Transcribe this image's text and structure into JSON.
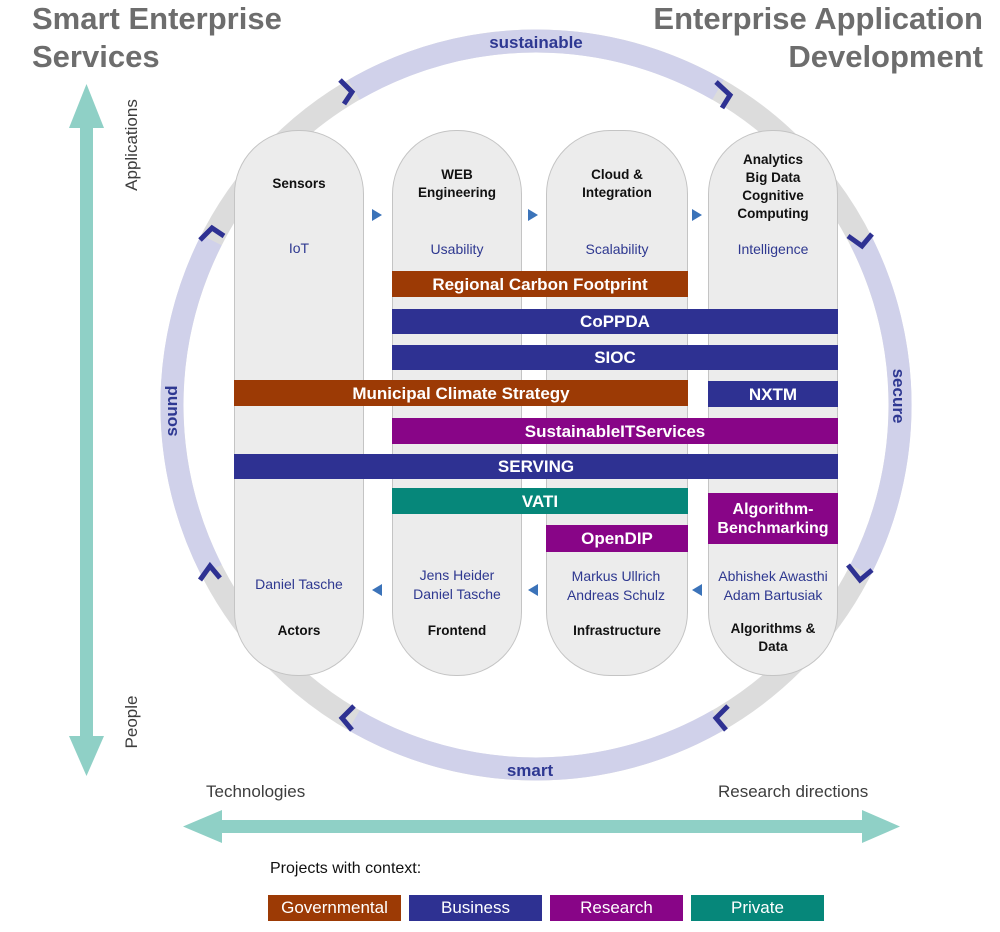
{
  "titles": {
    "left": "Smart Enterprise Services",
    "right": "Enterprise Application Development"
  },
  "vertical_axis": {
    "top": "Applications",
    "bottom": "People"
  },
  "horizontal_axis": {
    "left": "Technologies",
    "right": "Research directions"
  },
  "ring_labels": {
    "top": "sustainable",
    "right": "secure",
    "bottom": "smart",
    "left": "sound"
  },
  "columns": [
    {
      "head": "Sensors",
      "attr": "IoT",
      "names": "Daniel Tasche",
      "foot": "Actors"
    },
    {
      "head": "WEB Engineering",
      "attr": "Usability",
      "names": "Jens Heider\nDaniel Tasche",
      "foot": "Frontend"
    },
    {
      "head": "Cloud & Integration",
      "attr": "Scalability",
      "names": "Markus Ullrich\nAndreas Schulz",
      "foot": "Infrastructure"
    },
    {
      "head": "Analytics\nBig Data\nCognitive\nComputing",
      "attr": "Intelligence",
      "names": "Abhishek Awasthi\nAdam Bartusiak",
      "foot": "Algorithms &\nData"
    }
  ],
  "projects": {
    "regional_carbon": {
      "label": "Regional Carbon Footprint",
      "context": "Governmental"
    },
    "coppda": {
      "label": "CoPPDA",
      "context": "Business"
    },
    "sioc": {
      "label": "SIOC",
      "context": "Business"
    },
    "municipal": {
      "label": "Municipal Climate Strategy",
      "context": "Governmental"
    },
    "nxtm": {
      "label": "NXTM",
      "context": "Business"
    },
    "sustainable_it": {
      "label": "SustainableITServices",
      "context": "Research"
    },
    "serving": {
      "label": "SERVING",
      "context": "Business"
    },
    "vati": {
      "label": "VATI",
      "context": "Private"
    },
    "algorithm_benchmarking": {
      "label": "Algorithm-\nBenchmarking",
      "context": "Research"
    },
    "opendip": {
      "label": "OpenDIP",
      "context": "Research"
    }
  },
  "legend": {
    "title": "Projects with context:",
    "items": [
      {
        "label": "Governmental",
        "color": "#9c3a05"
      },
      {
        "label": "Business",
        "color": "#2e3192"
      },
      {
        "label": "Research",
        "color": "#880587"
      },
      {
        "label": "Private",
        "color": "#06877a"
      }
    ]
  },
  "colors": {
    "ring": "#d0d1ea",
    "ring_chevron": "#2e3192",
    "axis_arrow": "#8fd0c6",
    "flow_arrow": "#3b73b9"
  }
}
